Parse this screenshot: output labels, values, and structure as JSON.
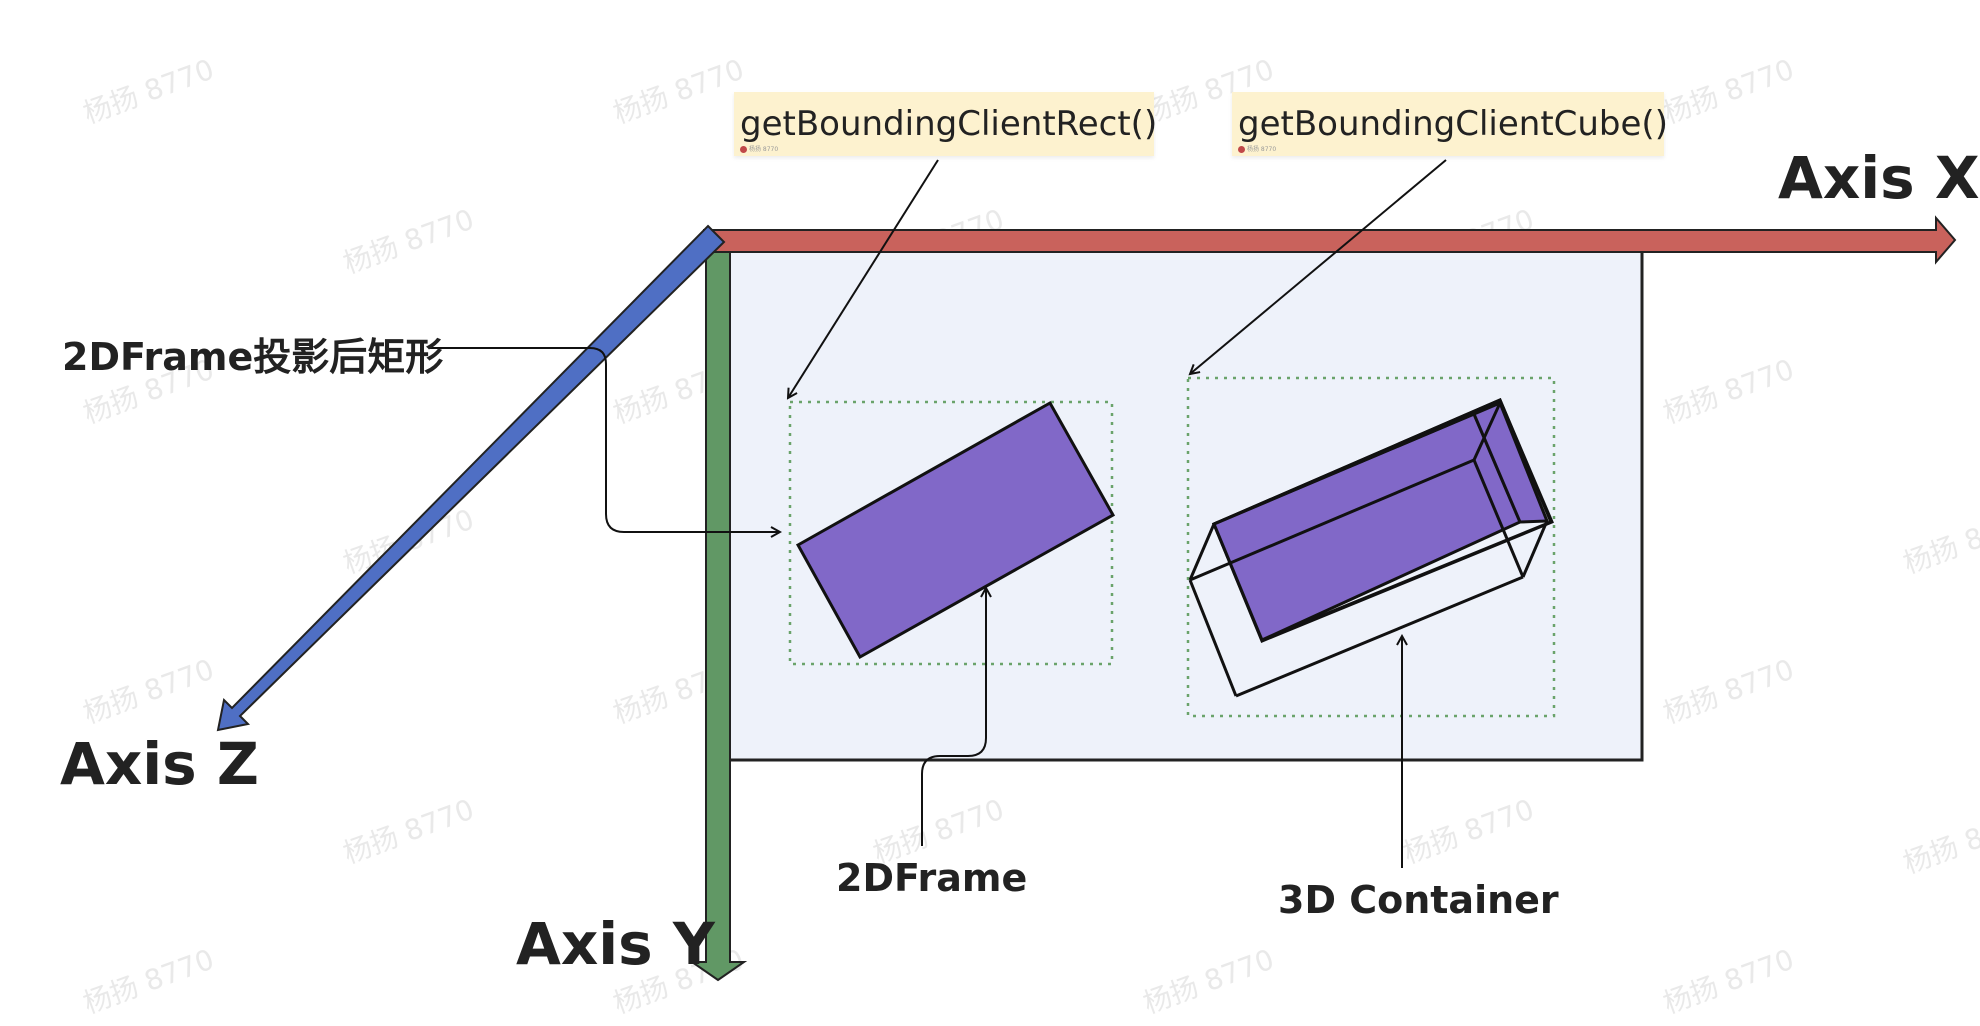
{
  "watermark": "杨扬 8770",
  "notes": {
    "rect_method": "getBoundingClientRect()",
    "cube_method": "getBoundingClientCube()",
    "author_tag": "杨扬 8770"
  },
  "axes": {
    "x": "Axis X",
    "y": "Axis Y",
    "z": "Axis Z"
  },
  "labels": {
    "projected_rect": "2DFrame投影后矩形",
    "frame_2d": "2DFrame",
    "container_3d": "3D Container"
  },
  "colors": {
    "axis_x": "#c9625c",
    "axis_y": "#619865",
    "axis_z": "#4f6fc4",
    "plane": "#eef2fa",
    "shape_fill": "#8168c8",
    "bbox_dotted": "#6aa36a"
  }
}
